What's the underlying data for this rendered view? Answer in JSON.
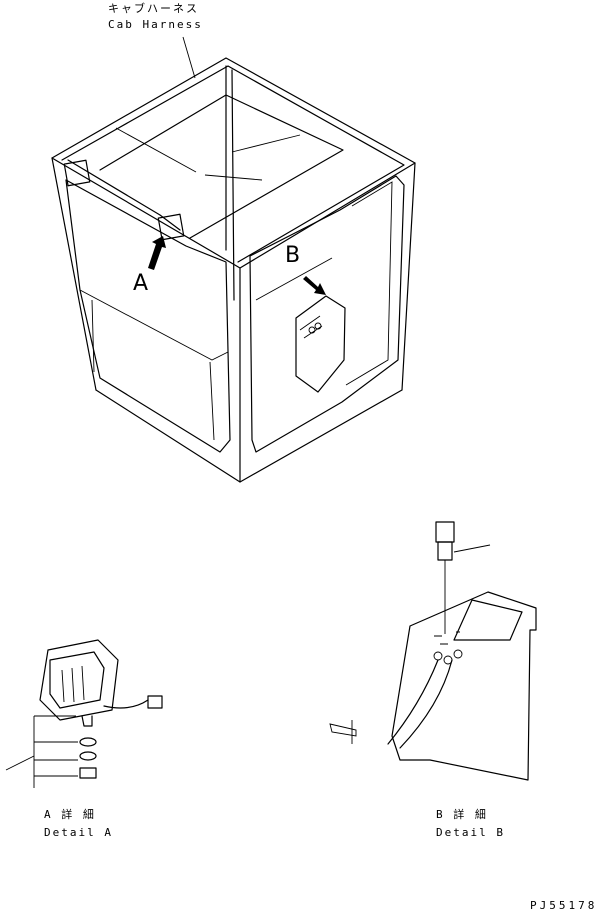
{
  "header": {
    "jp_label": "キャブハーネス",
    "en_label": "Cab Harness"
  },
  "callouts": {
    "a": "A",
    "b": "B"
  },
  "detail_a": {
    "jp": "A 詳 細",
    "en": "Detail A"
  },
  "detail_b": {
    "jp": "B 詳 細",
    "en": "Detail B"
  },
  "drawing_code": "PJ55178"
}
